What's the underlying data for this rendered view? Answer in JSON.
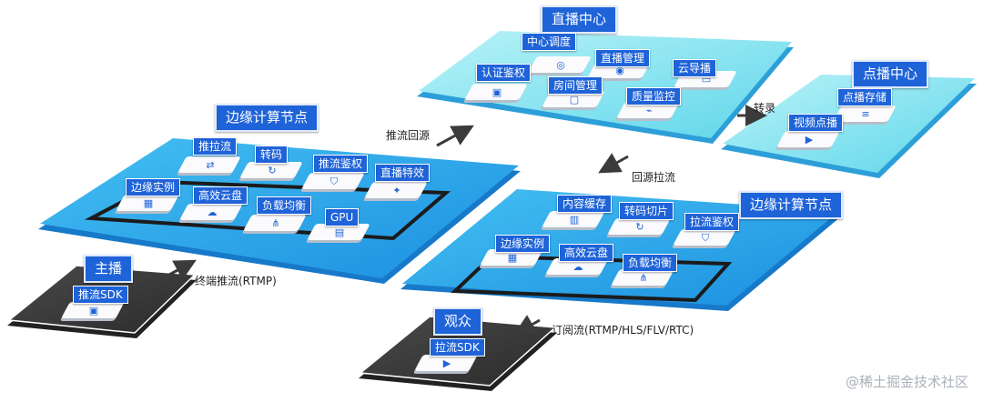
{
  "live_center": {
    "title": "直播中心",
    "services": [
      "中心调度",
      "直播管理",
      "云导播",
      "认证鉴权",
      "房间管理",
      "质量监控"
    ]
  },
  "vod_center": {
    "title": "点播中心",
    "services": [
      "点播存储",
      "视频点播"
    ]
  },
  "edge_left": {
    "title": "边缘计算节点",
    "services": [
      "推拉流",
      "转码",
      "推流鉴权",
      "直播特效",
      "边缘实例",
      "高效云盘",
      "负载均衡",
      "GPU"
    ]
  },
  "edge_right": {
    "title": "边缘计算节点",
    "services": [
      "内容缓存",
      "转码切片",
      "拉流鉴权",
      "边缘实例",
      "高效云盘",
      "负载均衡"
    ]
  },
  "anchor": {
    "title": "主播",
    "sdk": "推流SDK"
  },
  "audience": {
    "title": "观众",
    "sdk": "拉流SDK"
  },
  "flows": {
    "push_to_origin": "推流回源",
    "transcode_record": "转录",
    "origin_pull": "回源拉流",
    "terminal_push": "终端推流(RTMP)",
    "subscribe": "订阅流(RTMP/HLS/FLV/RTC)"
  },
  "watermark": "@稀土掘金技术社区",
  "colors": {
    "platform_cyan": "#7fe3ef",
    "platform_blue": "#2aa7ea",
    "platform_dark": "#3a3a3a",
    "tag_blue": "#1f63d8"
  }
}
